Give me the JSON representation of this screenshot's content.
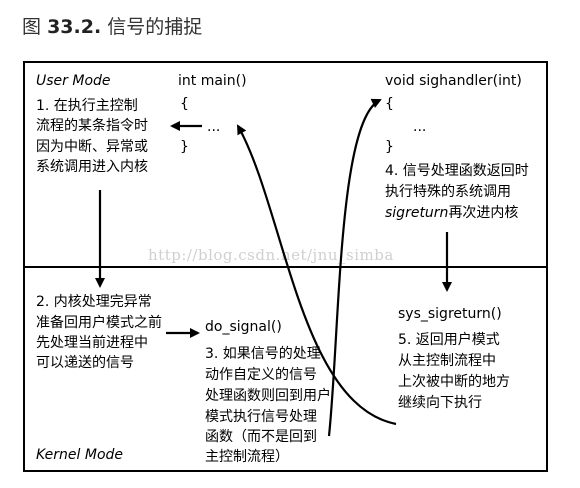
{
  "caption": {
    "prefix": "图",
    "number": "33.2.",
    "title": "信号的捕捉"
  },
  "modes": {
    "user": "User Mode",
    "kernel": "Kernel Mode"
  },
  "code": {
    "main_sig": "int main()",
    "main_open": "{",
    "main_dots": "...",
    "main_close": "}",
    "handler_sig": "void sighandler(int)",
    "handler_open": "{",
    "handler_dots": "...",
    "handler_close": "}",
    "do_signal": "do_signal()",
    "sys_sigreturn": "sys_sigreturn()"
  },
  "steps": {
    "s1": [
      "1. 在执行主控制",
      "流程的某条指令时",
      "因为中断、异常或",
      "系统调用进入内核"
    ],
    "s2": [
      "2. 内核处理完异常",
      "准备回用户模式之前",
      "先处理当前进程中",
      "可以递送的信号"
    ],
    "s3": [
      "3. 如果信号的处理",
      "动作自定义的信号",
      "处理函数则回到用户",
      "模式执行信号处理",
      "函数（而不是回到",
      "主控制流程）"
    ],
    "s4": [
      "4. 信号处理函数返回时",
      "执行特殊的系统调用"
    ],
    "s4_em": "sigreturn",
    "s4_tail": "再次进内核",
    "s5": [
      "5. 返回用户模式",
      "从主控制流程中",
      "上次被中断的地方",
      "继续向下执行"
    ]
  },
  "watermark": "http://blog.csdn.net/jnu_simba"
}
